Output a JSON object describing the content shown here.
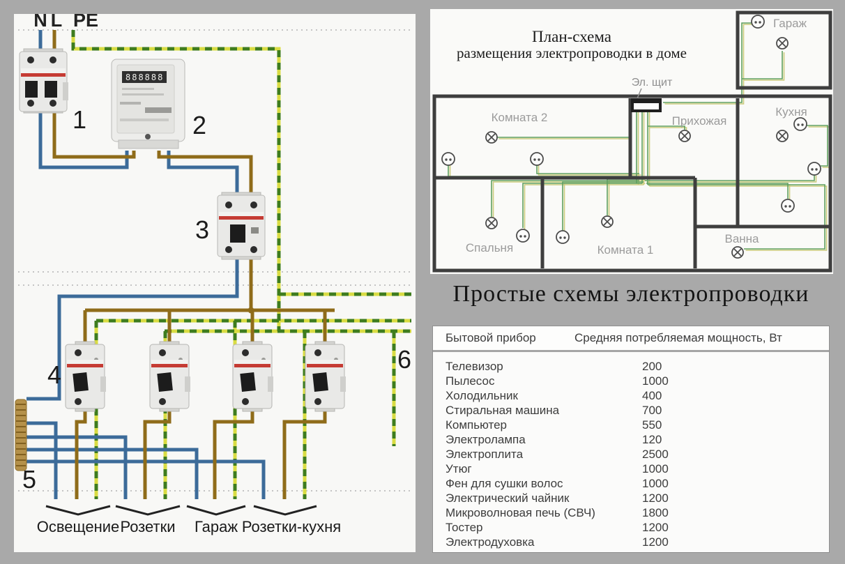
{
  "colors": {
    "background": "#a9a9a9",
    "panel_white": "#f8f8f6",
    "wire_neutral_blue": "#3c6b99",
    "wire_phase_brown": "#8f6c1a",
    "wire_pe_yellow": "#d9dc43",
    "wire_pe_green": "#3e7c1e",
    "plan_wire_green": "#5fa05f",
    "plan_wire_khaki": "#cbcb7c",
    "wall_dark": "#3e3e3e",
    "breaker_red_stripe": "#c53b33"
  },
  "left_diagram": {
    "terminal_labels": [
      "N",
      "L",
      "PE"
    ],
    "component_numbers": [
      "1",
      "2",
      "3",
      "4",
      "5",
      "6"
    ],
    "meter_display": "888888",
    "circuits": [
      "Освещение",
      "Розетки",
      "Гараж",
      "Розетки-кухня"
    ]
  },
  "floor_plan": {
    "title_line1": "План-схема",
    "title_line2": "размещения электропроводки в доме",
    "panel_label": "Эл. щит",
    "rooms": [
      "Гараж",
      "Комната 2",
      "Прихожая",
      "Кухня",
      "Спальня",
      "Комната 1",
      "Ванна"
    ]
  },
  "section_title": "Простые схемы электропроводки",
  "table": {
    "headers": [
      "Бытовой прибор",
      "Средняя потребляемая мощность, Вт"
    ],
    "rows": [
      {
        "name": "Телевизор",
        "watts": "200"
      },
      {
        "name": "Пылесос",
        "watts": "1000"
      },
      {
        "name": "Холодильник",
        "watts": "400"
      },
      {
        "name": "Стиральная машина",
        "watts": "700"
      },
      {
        "name": "Компьютер",
        "watts": "550"
      },
      {
        "name": "Электролампа",
        "watts": "120"
      },
      {
        "name": "Электроплита",
        "watts": "2500"
      },
      {
        "name": "Утюг",
        "watts": "1000"
      },
      {
        "name": "Фен для сушки волос",
        "watts": "1000"
      },
      {
        "name": "Электрический чайник",
        "watts": "1200"
      },
      {
        "name": "Микроволновая печь (СВЧ)",
        "watts": "1800"
      },
      {
        "name": "Тостер",
        "watts": "1200"
      },
      {
        "name": "Электродуховка",
        "watts": "1200"
      }
    ]
  }
}
